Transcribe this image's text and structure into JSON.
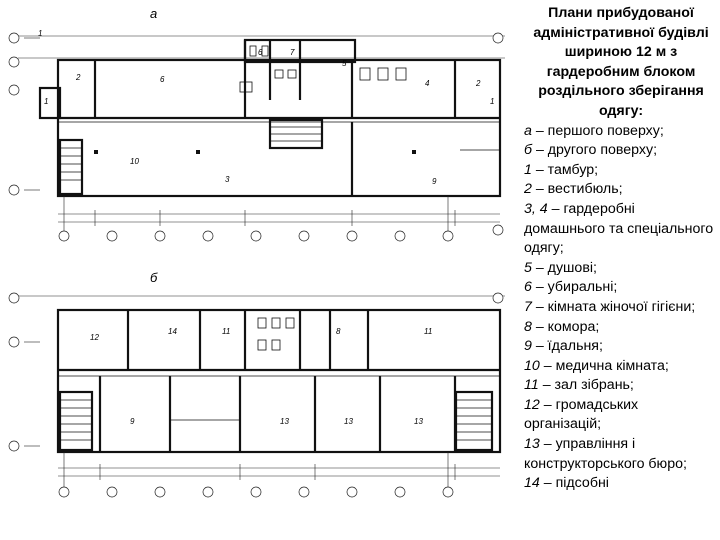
{
  "plan_a": {
    "label": "а",
    "room_labels": [
      "1",
      "2",
      "1",
      "6",
      "7",
      "6",
      "5",
      "3",
      "4",
      "2",
      "1",
      "9",
      "10"
    ]
  },
  "plan_b": {
    "label": "б",
    "room_labels": [
      "12",
      "14",
      "11",
      "8",
      "11",
      "9",
      "13",
      "13",
      "13"
    ]
  },
  "legend": {
    "title": "Плани прибудованої адміністративної будівлі шириною 12 м з гардеробним блоком роздільного зберігання одягу:",
    "items": [
      {
        "key": "а",
        "text": "– першого поверху;"
      },
      {
        "key": "б",
        "text": "– другого поверху;"
      },
      {
        "key": "1",
        "text": "– тамбур;"
      },
      {
        "key": "2",
        "text": "– вестибюль;"
      },
      {
        "key": "3, 4",
        "text": "– гардеробні домашнього та спеціального одягу;"
      },
      {
        "key": "5",
        "text": "– душові;"
      },
      {
        "key": "6",
        "text": "– убиральні;"
      },
      {
        "key": "7",
        "text": "– кімната жіночої гігієни;"
      },
      {
        "key": "8",
        "text": "– комора;"
      },
      {
        "key": "9",
        "text": "– їдальня;"
      },
      {
        "key": "10",
        "text": "– медична кімната;"
      },
      {
        "key": "11",
        "text": "– зал зібрань;"
      },
      {
        "key": "12",
        "text": "– громадських організацій;"
      },
      {
        "key": "13",
        "text": "– управління і конструкторського бюро;"
      },
      {
        "key": "14",
        "text": "– підсобні"
      }
    ]
  }
}
